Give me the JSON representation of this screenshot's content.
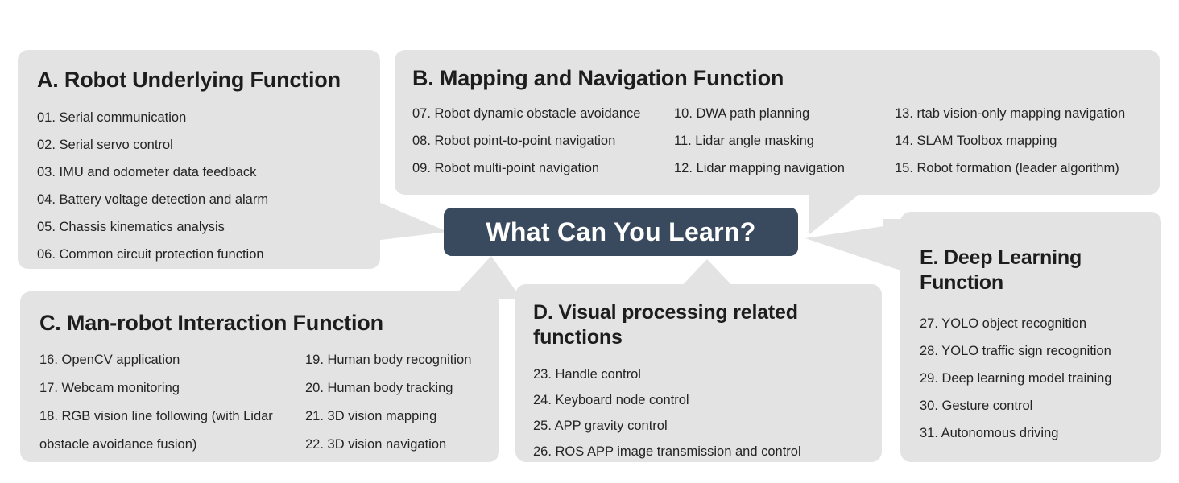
{
  "center": {
    "label": "What Can You Learn?",
    "bg_color": "#3a4a5e",
    "text_color": "#ffffff"
  },
  "theme": {
    "panel_bg": "#e3e3e3",
    "text_color": "#242424",
    "title_color": "#1d1d1d",
    "page_bg": "#ffffff",
    "connector_color": "#e3e3e3"
  },
  "panels": [
    {
      "key": "A",
      "title": "A. Robot Underlying Function",
      "columns": [
        {
          "items": [
            "01. Serial communication",
            "02. Serial servo control",
            "03. IMU and odometer data feedback",
            "04. Battery voltage detection and alarm",
            "05. Chassis kinematics analysis",
            "06. Common circuit protection function"
          ]
        }
      ]
    },
    {
      "key": "B",
      "title": "B. Mapping and Navigation Function",
      "columns": [
        {
          "items": [
            "07. Robot dynamic obstacle avoidance",
            "08. Robot point-to-point navigation",
            "09. Robot multi-point navigation"
          ]
        },
        {
          "items": [
            "10. DWA path planning",
            "11. Lidar angle masking",
            "12. Lidar mapping navigation"
          ]
        },
        {
          "items": [
            "13. rtab vision-only mapping navigation",
            "14. SLAM Toolbox mapping",
            "15. Robot formation (leader algorithm)"
          ]
        }
      ]
    },
    {
      "key": "C",
      "title": "C. Man-robot Interaction Function",
      "columns": [
        {
          "items": [
            "16. OpenCV application",
            "17. Webcam monitoring",
            "18. RGB vision line following (with Lidar obstacle avoidance fusion)"
          ]
        },
        {
          "items": [
            "19. Human body recognition",
            "20. Human body tracking",
            "21. 3D vision mapping",
            "22. 3D vision navigation"
          ]
        }
      ]
    },
    {
      "key": "D",
      "title": "D. Visual processing related functions",
      "columns": [
        {
          "items": [
            "23. Handle control",
            "24. Keyboard node control",
            "25. APP gravity control",
            "26. ROS APP image transmission and control"
          ]
        }
      ]
    },
    {
      "key": "E",
      "title": "E. Deep Learning Function",
      "columns": [
        {
          "items": [
            "27. YOLO object recognition",
            "28. YOLO traffic sign recognition",
            "29. Deep learning model training",
            "30. Gesture control",
            "31. Autonomous driving"
          ]
        }
      ]
    }
  ]
}
